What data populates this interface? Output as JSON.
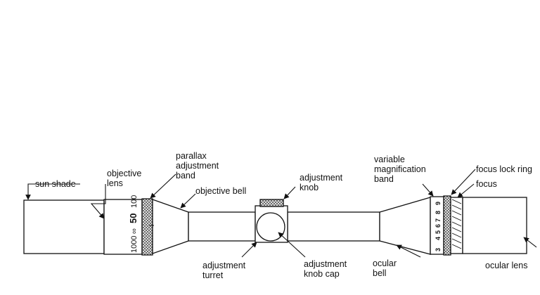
{
  "labels": {
    "sun_shade": "sun shade",
    "objective_lens": [
      "objective",
      "lens"
    ],
    "parallax_band": [
      "parallax",
      "adjustment",
      "band"
    ],
    "objective_bell": "objective bell",
    "adjustment_knob": [
      "adjustment",
      "knob"
    ],
    "adjustment_turret": [
      "adjustment",
      "turret"
    ],
    "adjustment_knob_cap": [
      "adjustment",
      "knob cap"
    ],
    "variable_magnification_band": [
      "variable",
      "magnification",
      "band"
    ],
    "focus_lock_ring": "focus lock ring",
    "focus": "focus",
    "ocular_bell": [
      "ocular",
      "bell"
    ],
    "ocular_lens": "ocular lens"
  },
  "parallax_scale": [
    "50",
    "100",
    "1000",
    "∞"
  ],
  "magnification_scale": [
    "9",
    "8",
    "7",
    "6",
    "5",
    "4",
    "3"
  ],
  "colors": {
    "ink": "#111111",
    "knurl": "#777777",
    "background": "#ffffff"
  }
}
